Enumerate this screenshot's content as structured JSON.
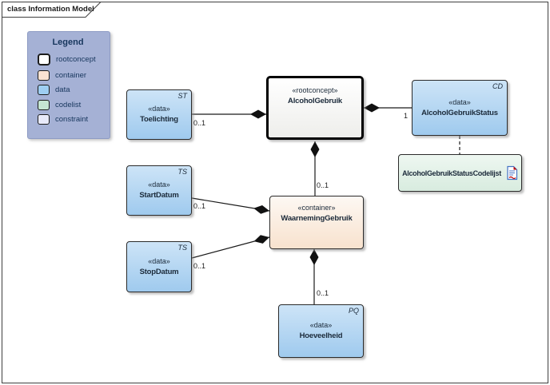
{
  "frame": {
    "title": "class Information Model"
  },
  "legend": {
    "title": "Legend",
    "items": [
      {
        "label": "rootconcept",
        "color": "#ffffff"
      },
      {
        "label": "container",
        "color": "#fae3d3"
      },
      {
        "label": "data",
        "color": "#9ecef2"
      },
      {
        "label": "codelist",
        "color": "#c5e5d2"
      },
      {
        "label": "constraint",
        "color": "#e8eafa"
      }
    ]
  },
  "nodes": {
    "toelichting": {
      "stereotype": "«data»",
      "name": "Toelichting",
      "tag": "ST"
    },
    "startdatum": {
      "stereotype": "«data»",
      "name": "StartDatum",
      "tag": "TS"
    },
    "stopdatum": {
      "stereotype": "«data»",
      "name": "StopDatum",
      "tag": "TS"
    },
    "alcoholgebruik": {
      "stereotype": "«rootconcept»",
      "name": "AlcoholGebruik"
    },
    "waarneminggebruik": {
      "stereotype": "«container»",
      "name": "WaarnemingGebruik"
    },
    "hoeveelheid": {
      "stereotype": "«data»",
      "name": "Hoeveelheid",
      "tag": "PQ"
    },
    "alcoholgebruikstatus": {
      "stereotype": "«data»",
      "name": "AlcoholGebruikStatus",
      "tag": "CD"
    },
    "codelijst": {
      "name": "AlcoholGebruikStatusCodelijst"
    }
  },
  "multiplicities": {
    "toelichting": "0..1",
    "startdatum": "0..1",
    "stopdatum": "0..1",
    "waarneminggebruik": "0..1",
    "hoeveelheid": "0..1",
    "status": "1"
  },
  "colors": {
    "data_fill": "#9fcaee",
    "container_fill": "#f8e2ce",
    "rootconcept_fill": "#ffffff",
    "codelist_fill": "#d8ecdf",
    "constraint_fill": "#e8eafa",
    "legend_bg": "#a5b1d5",
    "node_border": "#2b2b2b",
    "connector": "#1a1a1a"
  }
}
